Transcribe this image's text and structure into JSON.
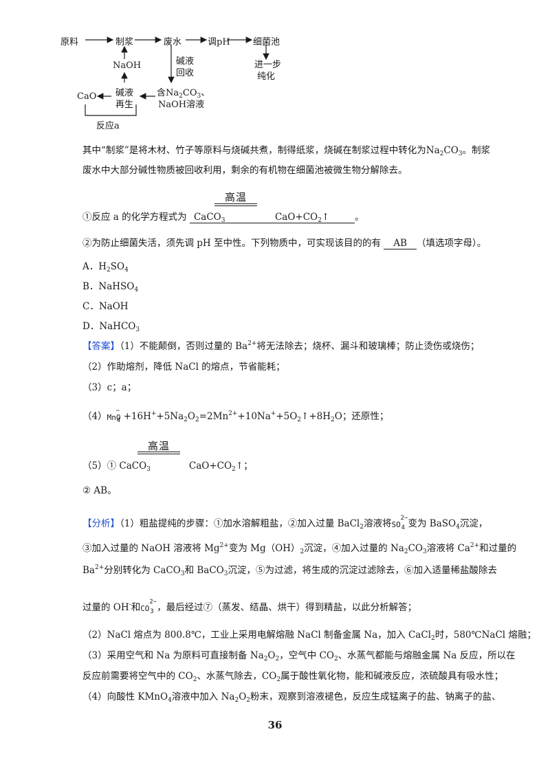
{
  "flowchart": {
    "raw": "原料",
    "pulp": "制浆",
    "waste_water": "废水",
    "adjust_ph": "调pH",
    "bacteria_pool": "细菌池",
    "naoh": "NaOH",
    "alkali_recover": [
      "碱液",
      "回收"
    ],
    "further_purify": [
      "进一步",
      "纯化"
    ],
    "cao": "CaO",
    "alkali_regen": [
      "碱液",
      "再生"
    ],
    "contains_na2co3_prefix": "含Na",
    "contains_na2co3_co": "CO",
    "contains_na2co3_suffix": "、",
    "naoh_solution": "NaOH溶液",
    "reaction_a": "反应a"
  },
  "text": {
    "intro_1a": "其中“制浆”是将木材、竹子等原料与烧碱共煮，制得纸浆，烧碱在制浆过程中转化为Na",
    "intro_1b": "CO",
    "intro_1c": "。制浆",
    "intro_2": "废水中大部分碱性物质被回收利用，剩余的有机物在细菌池被微生物分解除去。",
    "heat_label": "高温",
    "q1_prefix": "①反应 a 的化学方程式为",
    "q1_left": "CaCO",
    "q1_right_a": "CaO+CO",
    "q1_right_b": "↑",
    "q1_end": "。",
    "q2_prefix": "②为防止细菌失活，须先调 pH 至中性。下列物质中，可实现该目的的有",
    "q2_answer": "AB",
    "q2_suffix": "（填选项字母）。",
    "opt_a": "A．H",
    "opt_a_b": "SO",
    "opt_b": "B．NaHSO",
    "opt_c": "C．NaOH",
    "opt_d": "D．NaHCO",
    "answer_tag": "【答案】",
    "ans1_a": "（1）不能颠倒，否则过量的 Ba",
    "ans1_b": "将无法除去；烧杯、漏斗和玻璃棒；防止烫伤或烧伤；",
    "ans2": "（2）作助熔剂，降低 NaCl 的熔点，节省能耗；",
    "ans3": "（3）c；a；",
    "ans4_prefix": "（4）",
    "ans4_rest_a": "+16H",
    "ans4_rest_b": "+5Na",
    "ans4_rest_c": "O",
    "ans4_rest_d": "=2Mn",
    "ans4_rest_e": "+10Na",
    "ans4_rest_f": "+5O",
    "ans4_rest_g": "↑+8H",
    "ans4_rest_h": "O；还原性；",
    "ans5_prefix": "（5）① CaCO",
    "ans5_right_a": "CaO+CO",
    "ans5_right_b": "↑；",
    "ans5_b": "② AB。",
    "analysis_tag": "【分析】",
    "an1_a": "（1）粗盐提纯的步骤：①加水溶解粗盐，②加入过量 BaCl",
    "an1_b": "溶液将",
    "an1_c": "变为 BaSO",
    "an1_d": "沉淀，",
    "an2_a": "③加入过量的 NaOH 溶液将 Mg",
    "an2_b": "变为 Mg（OH）",
    "an2_c": "沉淀，④加入过量的 Na",
    "an2_d": "CO",
    "an2_e": "溶液将 Ca",
    "an2_f": "和过量的",
    "an3_a": "Ba",
    "an3_b": "分别转化为 CaCO",
    "an3_c": "和 BaCO",
    "an3_d": "沉淀，⑤为过滤，将生成的沉淀过滤除去，⑥加入适量稀盐酸除去",
    "an4_a": "过量的 OH",
    "an4_b": "和",
    "an4_c": "，最后经过⑦（蒸发、结晶、烘干）得到精盐，以此分析解答；",
    "an5": "（2）NaCl 熔点为 800.8℃，工业上采用电解熔融 NaCl 制备金属 Na，加入 CaCl",
    "an5_b": "时，580℃NaCl 熔融；",
    "an6_a": "（3）采用空气和 Na 为原料可直接制备 Na",
    "an6_b": "O",
    "an6_c": "，空气中 CO",
    "an6_d": "、水蒸气都能与熔融金属 Na 反应，所以在",
    "an7_a": "反应前需要将空气中的 CO",
    "an7_b": "、水蒸气除去，CO",
    "an7_c": "属于酸性氧化物，能和碱液反应，浓硫酸具有吸水性；",
    "an8_a": "（4）向酸性 KMnO",
    "an8_b": "溶液中加入 Na",
    "an8_c": "O",
    "an8_d": "粉末，观察到溶液褪色，反应生成锰离子的盐、钠离子的盐、"
  },
  "subs": {
    "two": "2",
    "three": "3",
    "four": "4",
    "minus": "−",
    "two_minus": "2−"
  },
  "sups": {
    "two_plus": "2+",
    "plus": "+",
    "minus": "-"
  },
  "ions": {
    "mno4_base": "MnO",
    "so4_base": "SO",
    "co3_base": "CO"
  },
  "page_number": "36"
}
